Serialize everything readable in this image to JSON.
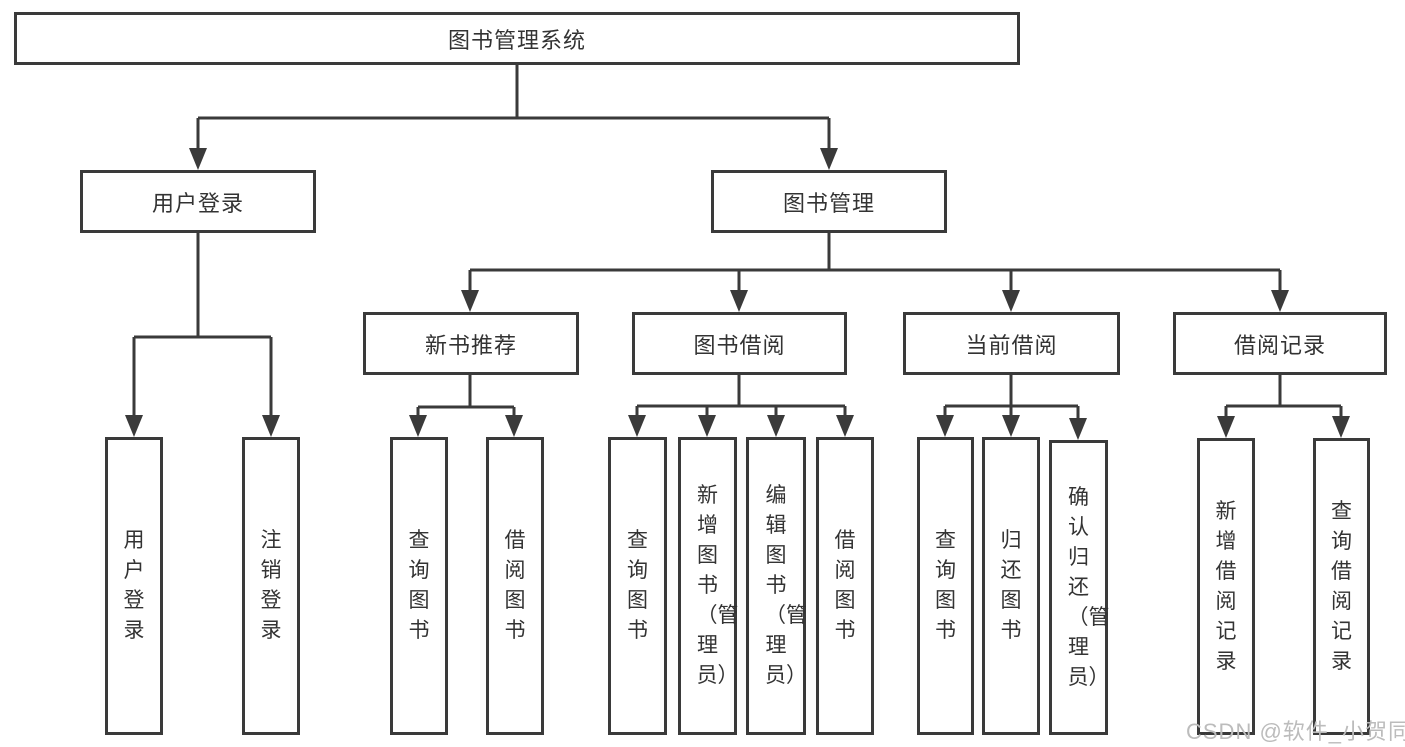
{
  "tree": {
    "root": "图书管理系统",
    "user_login": {
      "label": "用户登录",
      "children": [
        "用户登录",
        "注销登录"
      ]
    },
    "book_mgmt": {
      "label": "图书管理",
      "sections": [
        {
          "label": "新书推荐",
          "children": [
            "查询图书",
            "借阅图书"
          ]
        },
        {
          "label": "图书借阅",
          "children": [
            "查询图书",
            "新增图书（管理员）",
            "编辑图书（管理员）",
            "借阅图书"
          ]
        },
        {
          "label": "当前借阅",
          "children": [
            "查询图书",
            "归还图书",
            "确认归还（管理员）"
          ]
        },
        {
          "label": "借阅记录",
          "children": [
            "新增借阅记录",
            "查询借阅记录"
          ]
        }
      ]
    }
  },
  "watermark": "CSDN @软件_小贺同学",
  "colors": {
    "line": "#3a3a3a",
    "text": "#333333",
    "background": "#ffffff",
    "watermark": "#bcbcbc"
  }
}
